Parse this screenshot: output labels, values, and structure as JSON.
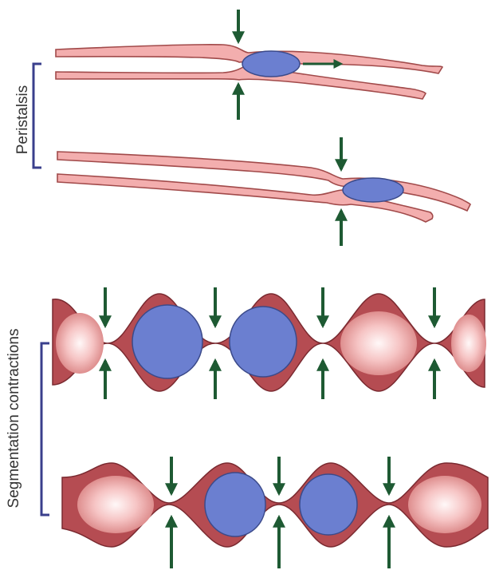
{
  "labels": {
    "peristalsis": "Peristalsis",
    "segmentation": "Segmentation contractions"
  },
  "colors": {
    "wall_light": "#f3aeae",
    "wall_outline": "#a14a4a",
    "wall_dark": "#b54c52",
    "lumen_light": "#fff4f4",
    "bolus": "#6b7fd0",
    "arrow": "#1e5a33",
    "bracket": "#3a3f8c"
  },
  "icons": {
    "contraction_arrows": "down-arrow / up-arrow pairs",
    "movement_arrow": "right-arrow"
  }
}
